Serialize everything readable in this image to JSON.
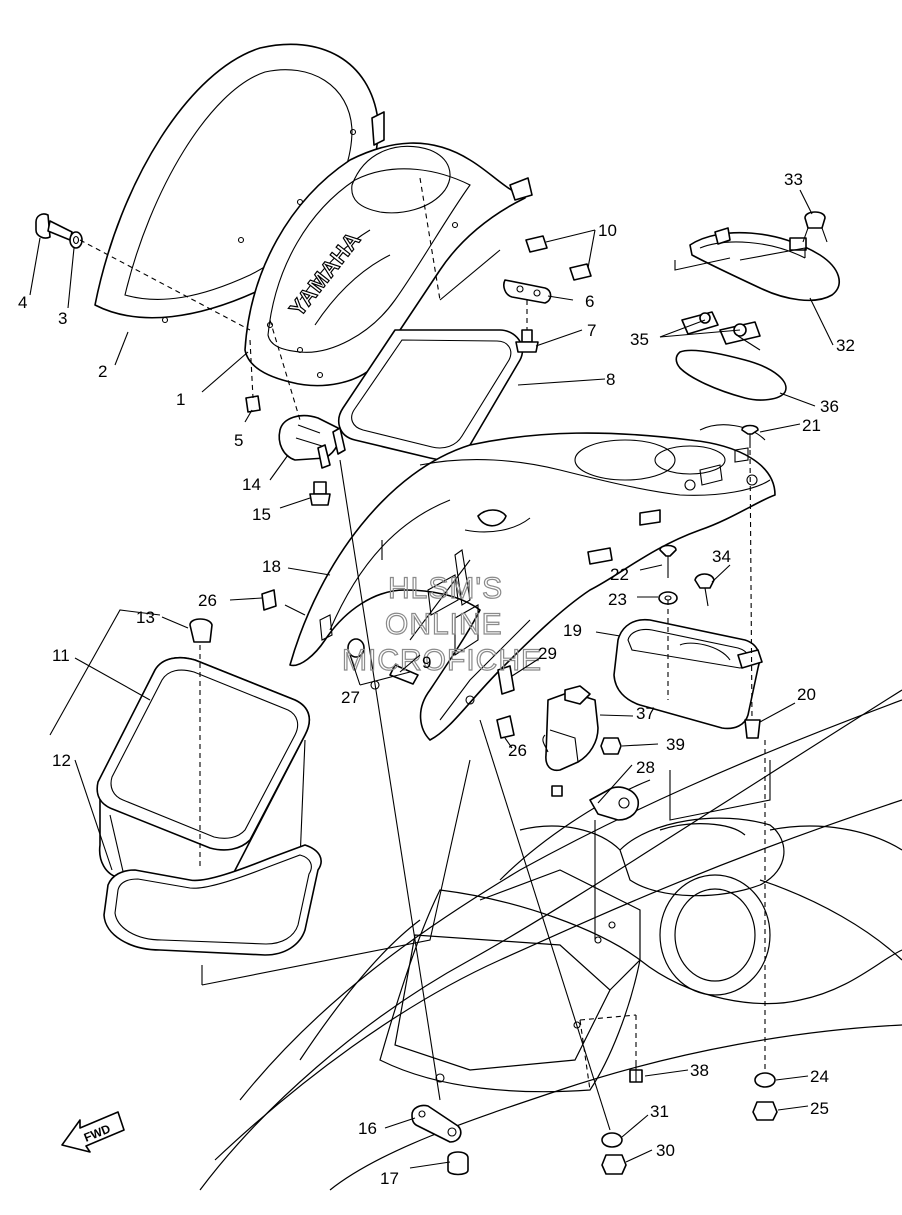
{
  "brand_text": "YAMAHA",
  "watermark": [
    "HLSM'S",
    "ONLINE",
    "MICROFICHE"
  ],
  "direction_label": "FWD",
  "labels": [
    {
      "id": "l1",
      "text": "1"
    },
    {
      "id": "l2",
      "text": "2"
    },
    {
      "id": "l3",
      "text": "3"
    },
    {
      "id": "l4",
      "text": "4"
    },
    {
      "id": "l5",
      "text": "5"
    },
    {
      "id": "l6",
      "text": "6"
    },
    {
      "id": "l7",
      "text": "7"
    },
    {
      "id": "l8",
      "text": "8"
    },
    {
      "id": "l9",
      "text": "9"
    },
    {
      "id": "l10",
      "text": "10"
    },
    {
      "id": "l11",
      "text": "11"
    },
    {
      "id": "l12",
      "text": "12"
    },
    {
      "id": "l13",
      "text": "13"
    },
    {
      "id": "l14",
      "text": "14"
    },
    {
      "id": "l15",
      "text": "15"
    },
    {
      "id": "l16",
      "text": "16"
    },
    {
      "id": "l17",
      "text": "17"
    },
    {
      "id": "l18",
      "text": "18"
    },
    {
      "id": "l19",
      "text": "19"
    },
    {
      "id": "l20",
      "text": "20"
    },
    {
      "id": "l21",
      "text": "21"
    },
    {
      "id": "l22",
      "text": "22"
    },
    {
      "id": "l23",
      "text": "23"
    },
    {
      "id": "l24",
      "text": "24"
    },
    {
      "id": "l25",
      "text": "25"
    },
    {
      "id": "l26a",
      "text": "26"
    },
    {
      "id": "l26b",
      "text": "26"
    },
    {
      "id": "l27",
      "text": "27"
    },
    {
      "id": "l28",
      "text": "28"
    },
    {
      "id": "l29",
      "text": "29"
    },
    {
      "id": "l30",
      "text": "30"
    },
    {
      "id": "l31",
      "text": "31"
    },
    {
      "id": "l32",
      "text": "32"
    },
    {
      "id": "l33",
      "text": "33"
    },
    {
      "id": "l34",
      "text": "34"
    },
    {
      "id": "l35",
      "text": "35"
    },
    {
      "id": "l36",
      "text": "36"
    },
    {
      "id": "l37",
      "text": "37"
    },
    {
      "id": "l38",
      "text": "38"
    },
    {
      "id": "l39",
      "text": "39"
    }
  ]
}
